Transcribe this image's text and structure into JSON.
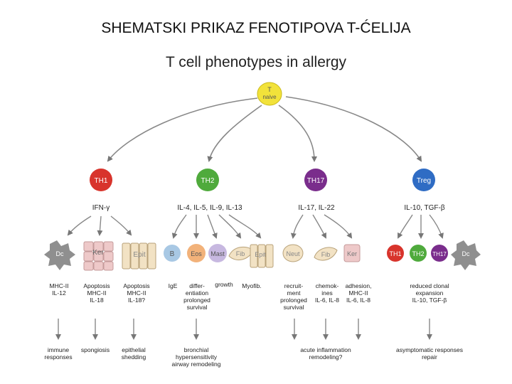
{
  "slide_title": "SHEMATSKI PRIKAZ FENOTIPOVA T-ĆELIJA",
  "diagram_title": "T cell phenotypes in allergy",
  "naive": [
    "T",
    "naive"
  ],
  "colors": {
    "naive": "#f2e23a",
    "th1": "#d8342c",
    "th2": "#4faa3c",
    "th17": "#7a2d8c",
    "treg": "#2f6cc4",
    "arrow": "#777777",
    "gray_cell": "#8f8f8f",
    "pink_cell": "#eec9c9",
    "cream_cell": "#f2e2c4",
    "blue_cell": "#a8c8e4",
    "orange_cell": "#f2b27a",
    "purple_cell": "#c7b8e0"
  },
  "subsets": {
    "th1": "TH1",
    "th2": "TH2",
    "th17": "TH17",
    "treg": "Treg"
  },
  "cytokines": {
    "th1": "IFN-γ",
    "th2": "IL-4, IL-5, IL-9, IL-13",
    "th17": "IL-17, IL-22",
    "treg": "IL-10, TGF-β"
  },
  "targets": {
    "dc": "Dc",
    "ker": "Ker",
    "epit": "Epit",
    "b": "B",
    "eos": "Eos",
    "mast": "Mast",
    "fib": "Fib",
    "neut": "Neut",
    "th1": "TH1",
    "th2": "TH2",
    "th17": "TH17"
  },
  "effects": {
    "mhc_il12": [
      "MHC-II",
      "IL-12"
    ],
    "ker_apop": [
      "Apoptosis",
      "MHC-II",
      "IL-18"
    ],
    "epit_apop": [
      "Apoptosis",
      "MHC-II",
      "IL-18?"
    ],
    "ige": [
      "IgE"
    ],
    "differentiation": [
      "differ-",
      "entiation",
      "prolonged",
      "survival"
    ],
    "growth": [
      "growth"
    ],
    "myofib": [
      "Myofib."
    ],
    "recruitment": [
      "recruit-",
      "ment",
      "prolonged",
      "survival"
    ],
    "chemokines": [
      "chemok-",
      "ines",
      "IL-6, IL-8"
    ],
    "adhesion": [
      "adhesion,",
      "MHC-II",
      "IL-6, IL-8"
    ],
    "reduced": [
      "reduced clonal",
      "expansion",
      "IL-10, TGF-β"
    ]
  },
  "outcomes": {
    "immune": [
      "immune",
      "responses"
    ],
    "spongiosis": [
      "spongiosis"
    ],
    "epithelial": [
      "epithelial",
      "shedding"
    ],
    "bronchial": [
      "bronchial",
      "hypersensitivity",
      "airway remodeling"
    ],
    "acute": [
      "acute inflammation",
      "remodeling?"
    ],
    "asymptomatic": [
      "asymptomatic responses",
      "repair"
    ]
  }
}
